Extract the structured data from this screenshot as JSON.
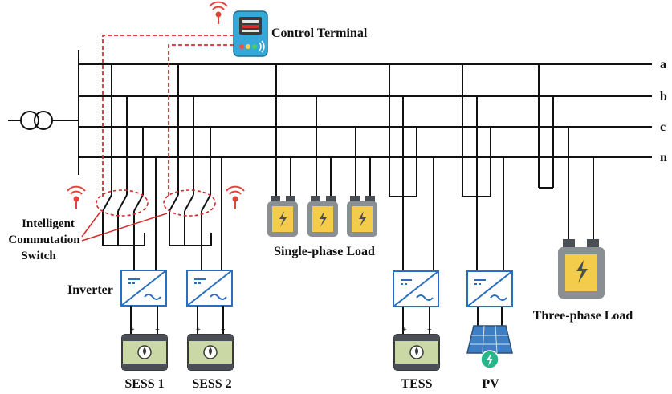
{
  "buses": {
    "a": "a",
    "b": "b",
    "c": "c",
    "n": "n"
  },
  "labels": {
    "control_terminal": "Control Terminal",
    "intelligent_switch_line1": "Intelligent",
    "intelligent_switch_line2": "Commutation",
    "intelligent_switch_line3": "Switch",
    "inverter": "Inverter",
    "single_phase_load": "Single-phase Load",
    "three_phase_load": "Three-phase Load",
    "sess1": "SESS 1",
    "sess2": "SESS 2",
    "tess": "TESS",
    "pv": "PV"
  },
  "colors": {
    "line": "#111111",
    "control_link": "#d62b2b",
    "wireless": "#e0453a",
    "inverter_stroke": "#2a6fbf",
    "load_fill": "#f3cc4c",
    "load_body": "#8a8f93",
    "battery_fill": "#c9d8a4",
    "panel_blue": "#3e7fc4",
    "terminal_bg": "#34a8d8"
  }
}
